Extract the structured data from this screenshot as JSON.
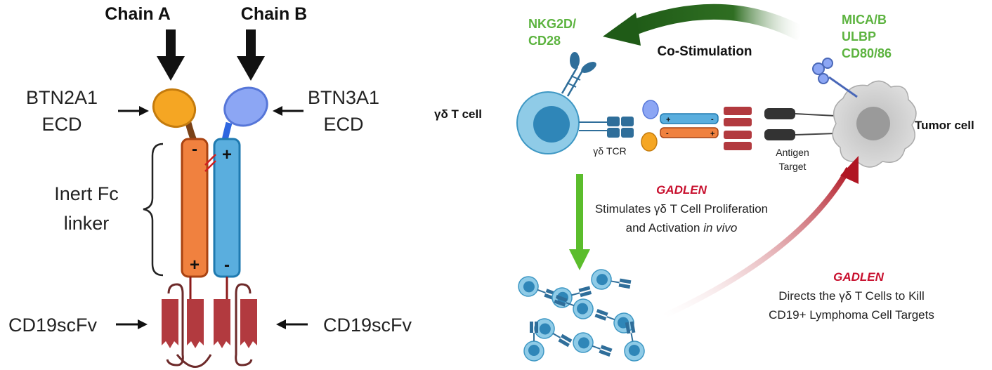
{
  "colors": {
    "chain_a": "#f0813f",
    "chain_a_stroke": "#a94312",
    "chain_b": "#5aaede",
    "chain_b_stroke": "#1f7ab0",
    "btn2a1_ecd": "#f5a623",
    "btn3a1_ecd": "#8ca6f4",
    "scfv": "#b23a3f",
    "green_label": "#5cb33f",
    "red_label": "#c8102e",
    "tcell": "#8fcbe7",
    "tumor": "#d8d8d8"
  },
  "left_panel": {
    "chain_a_label": "Chain A",
    "chain_b_label": "Chain B",
    "btn2a1_line1": "BTN2A1",
    "btn2a1_line2": "ECD",
    "btn3a1_line1": "BTN3A1",
    "btn3a1_line2": "ECD",
    "fc_line1": "Inert Fc",
    "fc_line2": "linker",
    "scfv_left": "CD19scFv",
    "scfv_right": "CD19scFv",
    "chain_a_top_charge": "-",
    "chain_a_bottom_charge": "+",
    "chain_b_top_charge": "+",
    "chain_b_bottom_charge": "-"
  },
  "right_panel": {
    "nkg2d_line1": "NKG2D/",
    "nkg2d_line2": "CD28",
    "costim": "Co-Stimulation",
    "mica_line1": "MICA/B",
    "mica_line2": "ULBP",
    "mica_line3": "CD80/86",
    "tcell_label": "γδ T cell",
    "tcr_label": "γδ TCR",
    "antigen_line1": "Antigen",
    "antigen_line2": "Target",
    "tumor_label": "Tumor cell",
    "gadlen_1": "GADLEN",
    "stim_line1": "Stimulates γδ T Cell Proliferation",
    "stim_line2_pre": "and Activation ",
    "stim_line2_italic": "in vivo",
    "gadlen_2": "GADLEN",
    "kill_line1": "Directs the γδ T Cells to Kill",
    "kill_line2": "CD19+ Lymphoma Cell Targets",
    "mini_plus": "+",
    "mini_minus": "-"
  }
}
